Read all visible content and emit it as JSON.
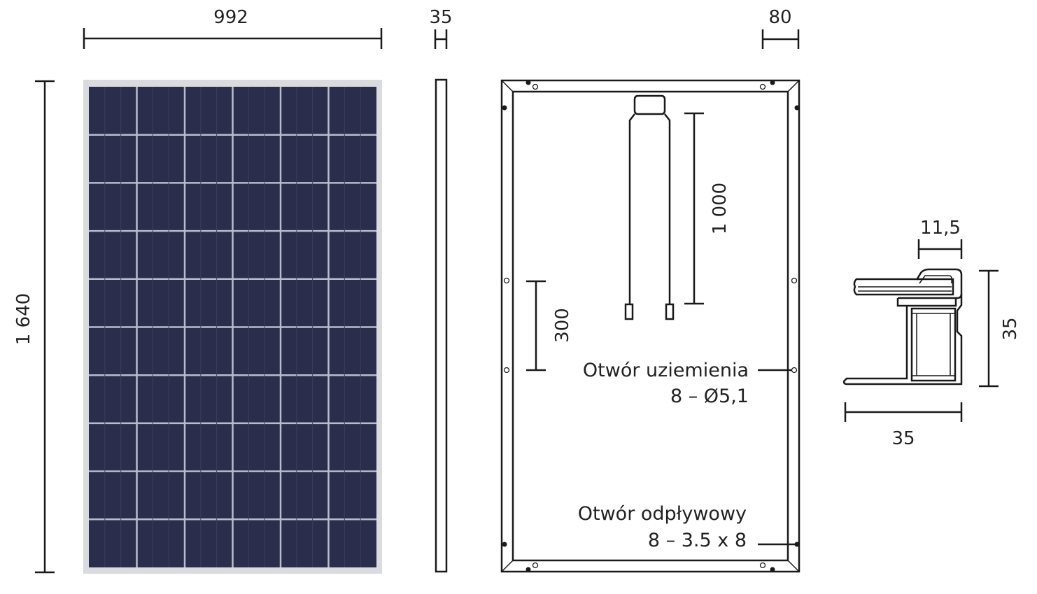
{
  "front_view": {
    "width_label": "992",
    "height_label": "1 640",
    "cell_columns": 6,
    "cell_rows": 10,
    "cell_color": "#2b2d4c",
    "frame_color": "#d9dbde",
    "grid_line_color": "#b9bccb"
  },
  "side_view": {
    "thickness_label": "35"
  },
  "back_view": {
    "frame_offset_label": "80",
    "cable_length_label": "1 000",
    "hole_spacing_label": "300",
    "grounding_hole_title": "Otwór uziemienia",
    "grounding_hole_spec": "8 – Ø5,1",
    "drain_hole_title": "Otwór odpływowy",
    "drain_hole_spec": "8 – 3.5 x 8"
  },
  "profile_view": {
    "lip_width_label": "11,5",
    "height_label": "35",
    "width_label": "35"
  }
}
